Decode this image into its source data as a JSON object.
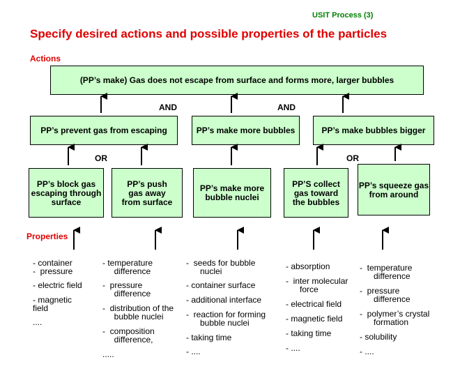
{
  "header": {
    "process": "USIT Process (3)"
  },
  "title": "Specify desired actions and possible properties of the particles",
  "labels": {
    "actions": "Actions",
    "properties": "Properties"
  },
  "goal": "(PP’s make)  Gas does not escape from surface and forms more, larger bubbles",
  "logic": {
    "and_1": "AND",
    "and_2": "AND",
    "or_1": "OR",
    "or_2": "OR"
  },
  "actions": [
    "PP’s prevent gas from escaping",
    "PP’s make more bubbles",
    "PP’s make bubbles bigger"
  ],
  "sub_actions": [
    "PP’s block gas\nescaping through\nsurface",
    "PP’s push\ngas away\nfrom surface",
    "PP’s make more\nbubble nuclei",
    "PP’S collect\ngas toward\nthe bubbles",
    "PP’s squeeze gas\nfrom around"
  ],
  "properties": [
    [
      "- container\n-  pressure",
      "- electric field",
      "- magnetic\nfield",
      "...."
    ],
    [
      "- temperature\n     difference",
      "-  pressure\n     difference",
      "-  distribution of the\n     bubble nuclei",
      "-  composition\n     difference,",
      "....."
    ],
    [
      "-  seeds for bubble\n      nuclei",
      "-  container surface",
      "-  additional interface",
      "-  reaction for forming\n      bubble nuclei",
      "-  taking time",
      "- ...."
    ],
    [
      "-  absorption",
      "-  inter molecular\n      force",
      "-  electrical field",
      "-  magnetic field",
      "-  taking time",
      "-  ...."
    ],
    [
      "-  temperature\n      difference",
      "-  pressure\n      difference",
      "-  polymer’s crystal\n      formation",
      "-  solubility",
      "-  ...."
    ]
  ]
}
